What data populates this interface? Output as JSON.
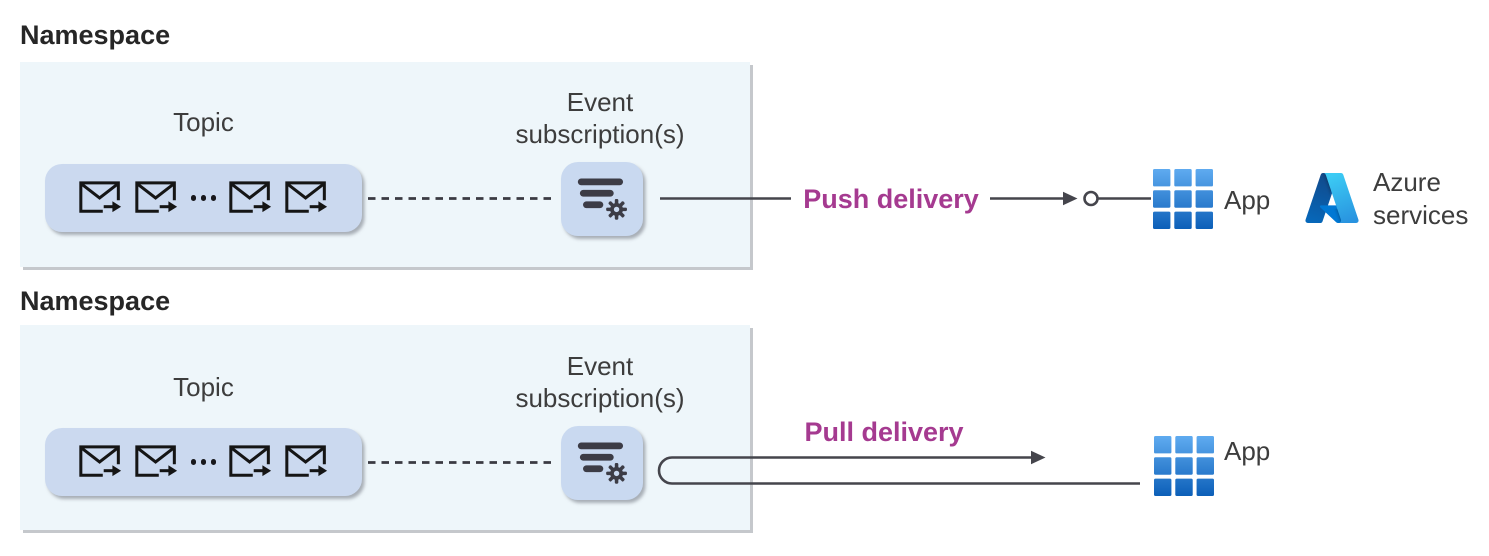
{
  "diagram": {
    "kind": "event-grid-namespace-delivery-diagram",
    "colors": {
      "namespace_box_bg": "#eef6fa",
      "namespace_box_edge": "#c5c8cc",
      "topic_pill_bg": "#cbd9ef",
      "subscription_tile_bg": "#c9d9f0",
      "glyph_dark": "#3c3c46",
      "connector_line": "#45454c",
      "delivery_label_magenta": "#a53a90",
      "title_text": "#262626",
      "label_text": "#3d3d3d",
      "app_blue_top": "#5fabf0",
      "app_blue_bottom": "#0c5fb8"
    },
    "icons": {
      "topic_events": "envelope-arrow-icon",
      "topic_ellipsis": "ellipsis-dots",
      "event_subscription": "filter-gear-icon",
      "app": "app-grid-icon",
      "azure": "azure-logo-icon",
      "push_connector": "arrow-with-socket-circle",
      "pull_connector": "u-turn-loop-arrow"
    },
    "sections": [
      {
        "title": "Namespace",
        "topic_label": "Topic",
        "subscription_line1": "Event",
        "subscription_line2": "subscription(s)",
        "delivery_label": "Push delivery",
        "delivery_mode": "push",
        "app_label": "App",
        "azure_line1": "Azure",
        "azure_line2": "services"
      },
      {
        "title": "Namespace",
        "topic_label": "Topic",
        "subscription_line1": "Event",
        "subscription_line2": "subscription(s)",
        "delivery_label": "Pull delivery",
        "delivery_mode": "pull",
        "app_label": "App"
      }
    ]
  }
}
